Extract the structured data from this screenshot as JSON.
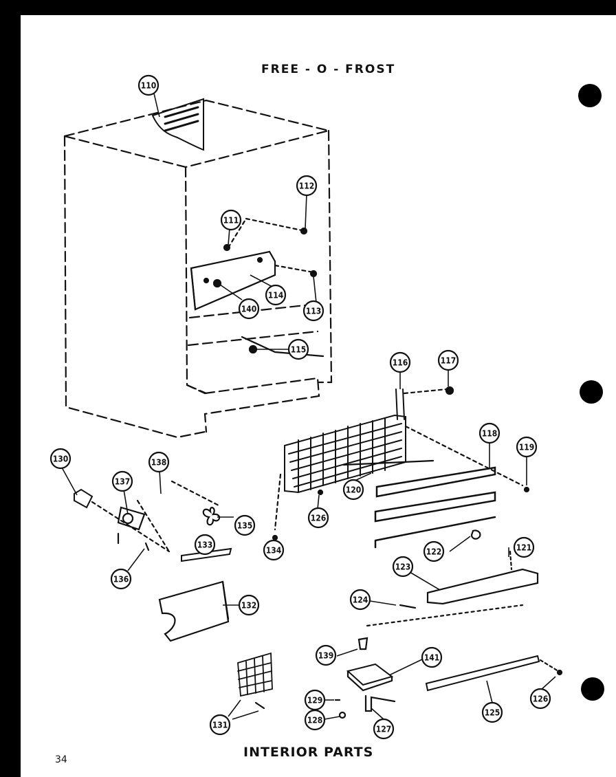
{
  "header": {
    "title": "FREE - O - FROST"
  },
  "footer": {
    "caption": "INTERIOR PARTS",
    "page_number": "34"
  },
  "callouts": [
    {
      "id": "c110",
      "label": "110"
    },
    {
      "id": "c111",
      "label": "111"
    },
    {
      "id": "c112",
      "label": "112"
    },
    {
      "id": "c113",
      "label": "113"
    },
    {
      "id": "c114",
      "label": "114"
    },
    {
      "id": "c140",
      "label": "140"
    },
    {
      "id": "c115",
      "label": "115"
    },
    {
      "id": "c116",
      "label": "116"
    },
    {
      "id": "c117",
      "label": "117"
    },
    {
      "id": "c118",
      "label": "118"
    },
    {
      "id": "c119",
      "label": "119"
    },
    {
      "id": "c120",
      "label": "120"
    },
    {
      "id": "c126a",
      "label": "126"
    },
    {
      "id": "c121",
      "label": "121"
    },
    {
      "id": "c122",
      "label": "122"
    },
    {
      "id": "c123",
      "label": "123"
    },
    {
      "id": "c124",
      "label": "124"
    },
    {
      "id": "c130",
      "label": "130"
    },
    {
      "id": "c137",
      "label": "137"
    },
    {
      "id": "c138",
      "label": "138"
    },
    {
      "id": "c135",
      "label": "135"
    },
    {
      "id": "c134",
      "label": "134"
    },
    {
      "id": "c136",
      "label": "136"
    },
    {
      "id": "c133",
      "label": "133"
    },
    {
      "id": "c132",
      "label": "132"
    },
    {
      "id": "c139",
      "label": "139"
    },
    {
      "id": "c141",
      "label": "141"
    },
    {
      "id": "c129",
      "label": "129"
    },
    {
      "id": "c128",
      "label": "128"
    },
    {
      "id": "c127",
      "label": "127"
    },
    {
      "id": "c125",
      "label": "125"
    },
    {
      "id": "c126b",
      "label": "126"
    },
    {
      "id": "c131",
      "label": "131"
    }
  ]
}
